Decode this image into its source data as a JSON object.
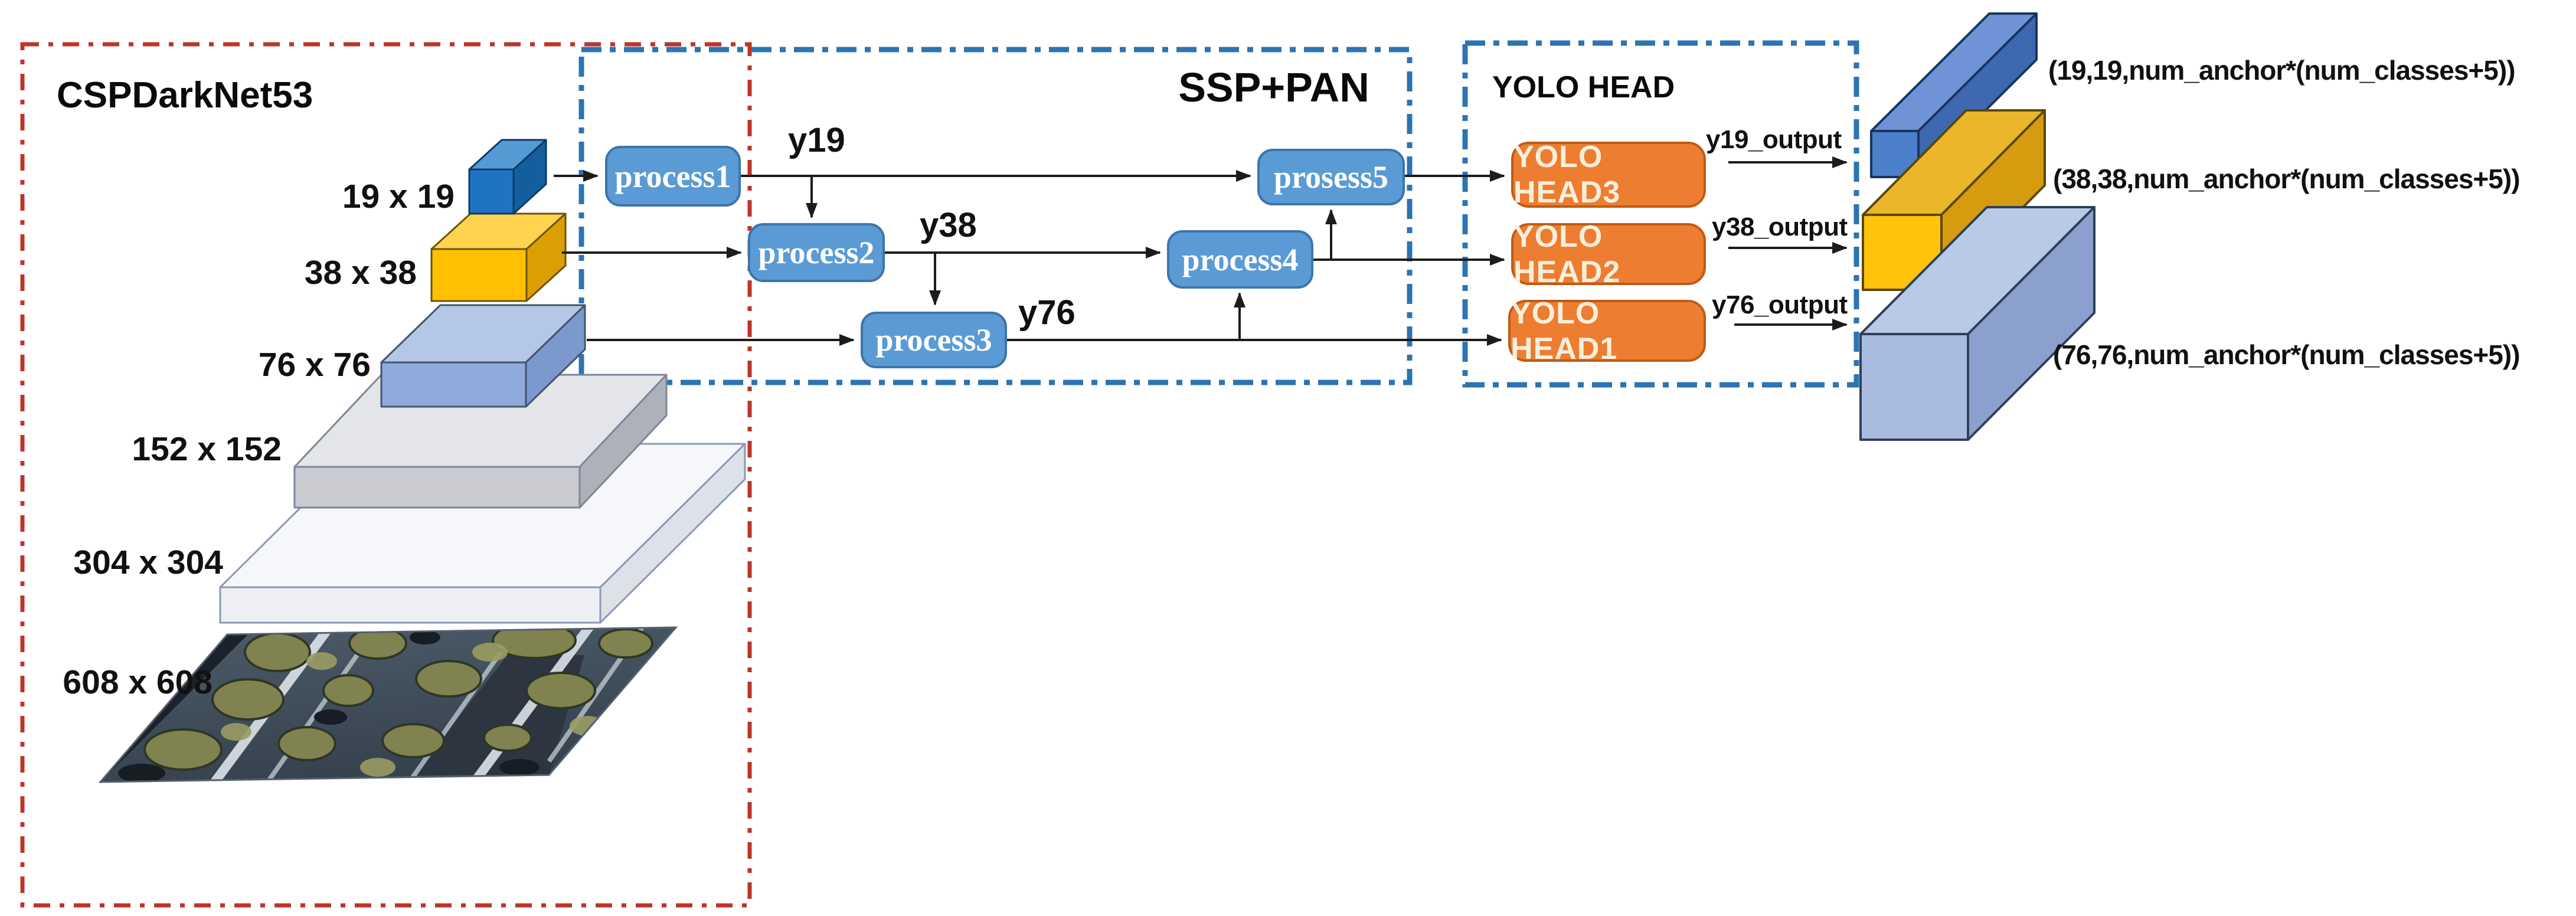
{
  "backbone": {
    "title": "CSPDarkNet53",
    "scale_labels": [
      "19 x 19",
      "38 x 38",
      "76 x 76",
      "152 x 152",
      "304 x 304",
      "608 x 608"
    ]
  },
  "neck": {
    "title": "SSP+PAN",
    "process_nodes": [
      "process1",
      "process2",
      "process3",
      "process4",
      "prosess5"
    ],
    "flow_labels": [
      "y19",
      "y38",
      "y76"
    ]
  },
  "head": {
    "title": "YOLO HEAD",
    "nodes": [
      "YOLO HEAD3",
      "YOLO HEAD2",
      "YOLO HEAD1"
    ],
    "output_labels": [
      "y19_output",
      "y38_output",
      "y76_output"
    ]
  },
  "outputs": {
    "shape_labels": [
      "(19,19,num_anchor*(num_classes+5))",
      "(38,38,num_anchor*(num_classes+5))",
      "(76,76,num_anchor*(num_classes+5))"
    ]
  },
  "colors": {
    "backbone_border": "#BE3528",
    "neck_border": "#2C74B3",
    "process_fill": "#5B9BD5",
    "head_fill": "#ED7D31",
    "scale_19": "#1E74C2",
    "scale_38": "#FFC000",
    "scale_76": "#8FAADC",
    "bar_19": "#4C7FC9",
    "bar_38": "#FFC30B",
    "bar_76": "#A9BBDF"
  }
}
